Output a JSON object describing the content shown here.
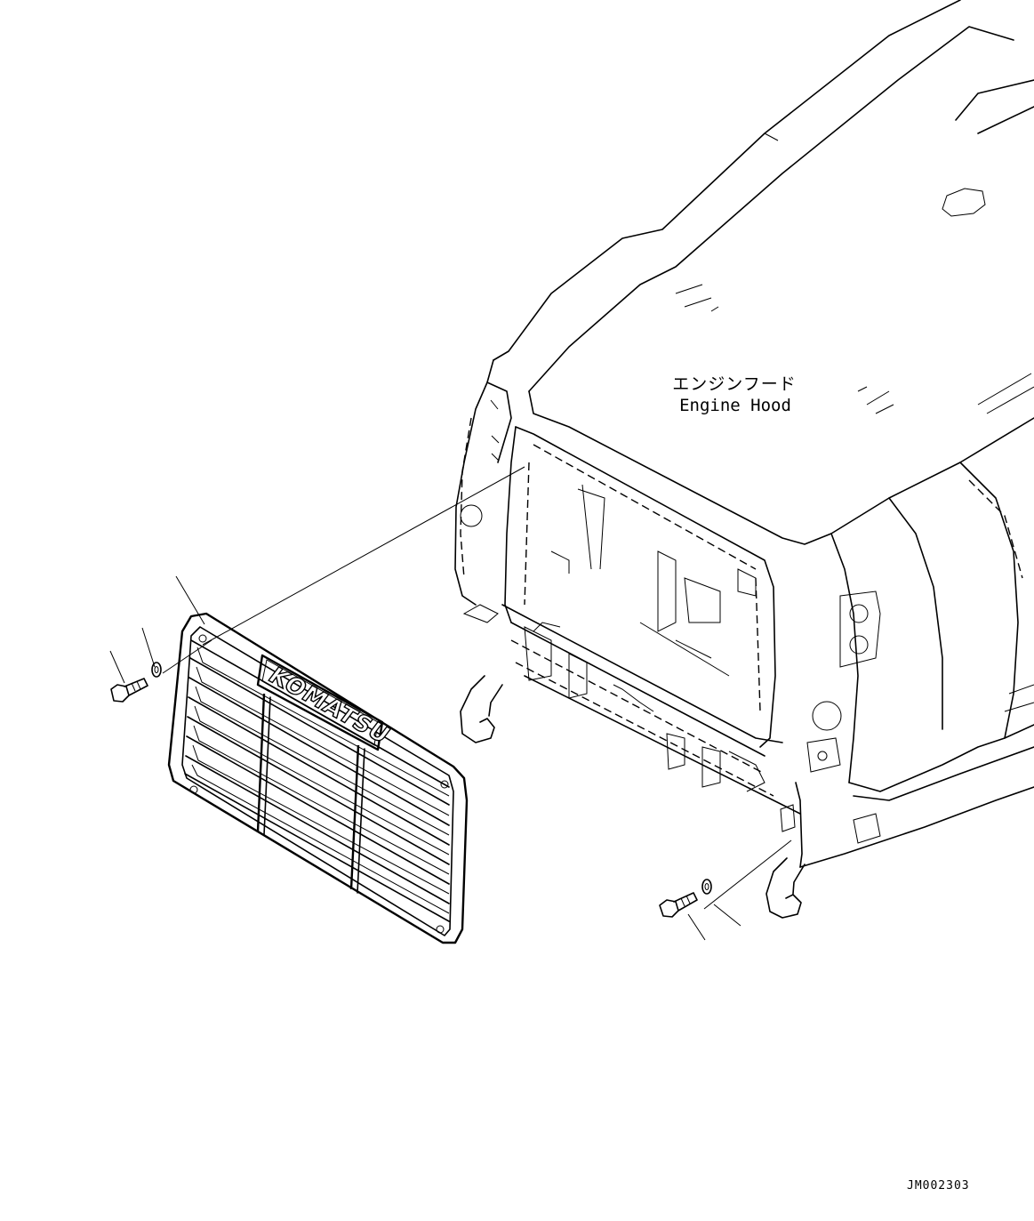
{
  "labels": {
    "engine_hood_jp": "エンジンフード",
    "engine_hood_en": "Engine Hood",
    "grille_logo": "KOMATSU"
  },
  "drawing_id": "JM002303",
  "colors": {
    "line": "#000000",
    "background": "#ffffff"
  },
  "parts": [
    {
      "name": "grille",
      "icon": "radiator-grille"
    },
    {
      "name": "bolt-left",
      "icon": "bolt"
    },
    {
      "name": "washer-left",
      "icon": "washer"
    },
    {
      "name": "bolt-right",
      "icon": "bolt"
    },
    {
      "name": "washer-right",
      "icon": "washer"
    }
  ]
}
